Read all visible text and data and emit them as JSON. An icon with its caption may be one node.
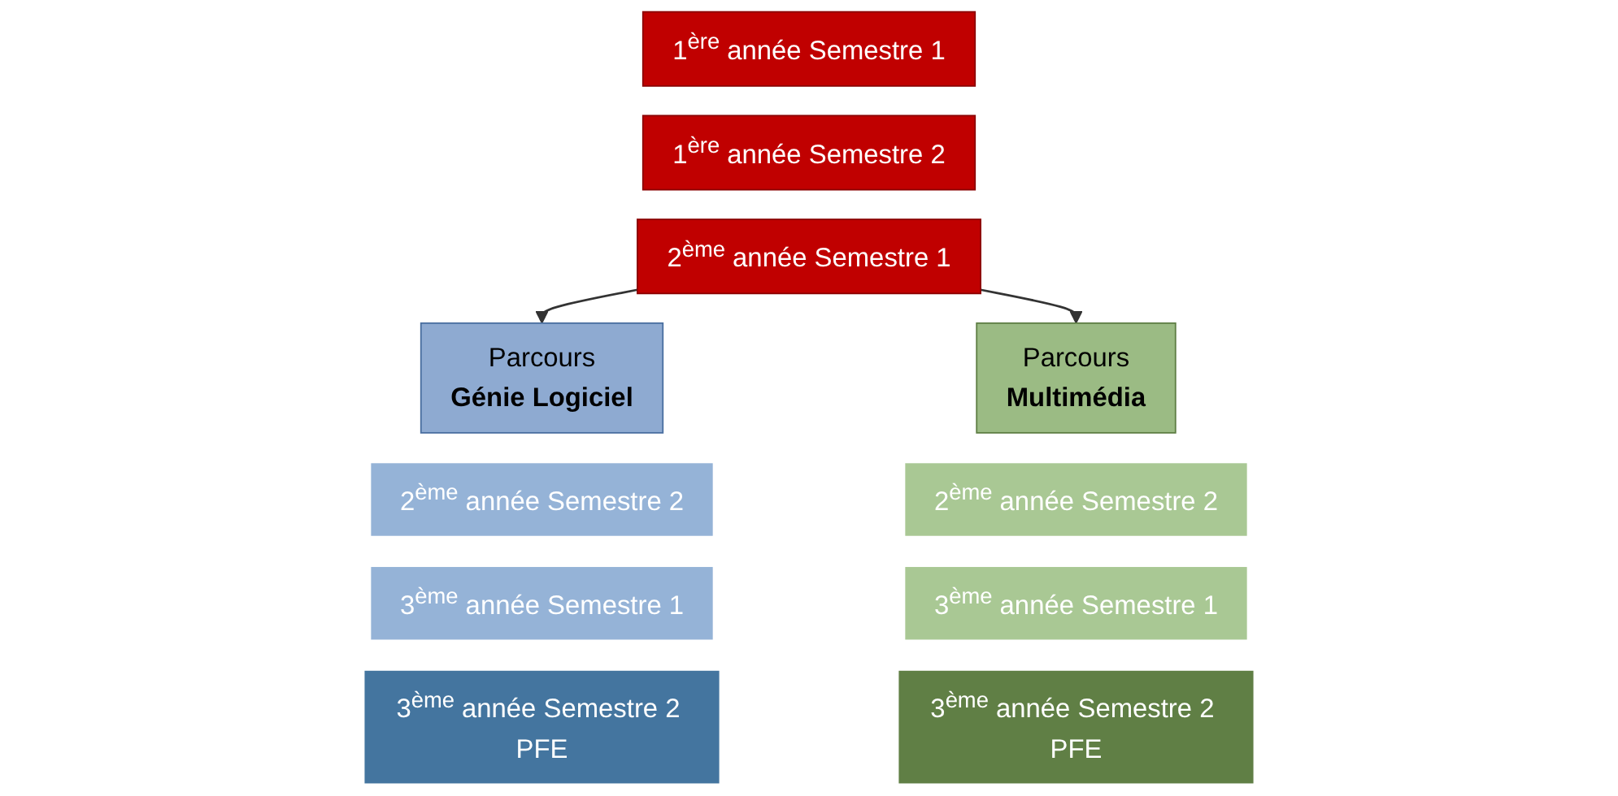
{
  "diagram": {
    "nodes": [
      {
        "text": [
          "1$^{ère}$ année Semestre 1"
        ]
      },
      {
        "text": [
          "1$^{ère}$ année Semestre 2"
        ]
      },
      {
        "text": [
          "2$^{ème}$ année Semestre 1"
        ]
      },
      {
        "text": [
          "Parcours",
          "Génie Logiciel"
        ]
      },
      {
        "text": [
          "2$^{ème}$ année Semestre 2"
        ]
      },
      {
        "text": [
          "3$^{ème}$ année Semestre 1"
        ]
      },
      {
        "text": [
          "3$^{ème}$ année Semestre 2 PFE"
        ]
      },
      {
        "text": [
          "Parcours",
          "Multimédia"
        ]
      },
      {
        "text": [
          "2$^{ème}$ année Semestre 2"
        ]
      },
      {
        "text": [
          "3$^{ème}$ année Semestre 1"
        ]
      },
      {
        "text": [
          "3$^{ème}$ année Semestre 2 PFE"
        ]
      }
    ],
    "edges": [
      {
        "from": 2,
        "to": 3,
        "arrow": "to"
      },
      {
        "from": 2,
        "to": 7,
        "arrow": "to"
      }
    ]
  }
}
